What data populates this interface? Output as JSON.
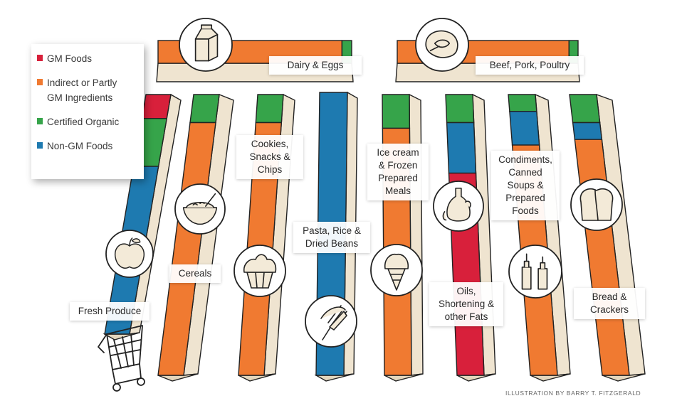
{
  "colors": {
    "gm": "#d8203b",
    "indirect": "#f07a31",
    "organic": "#36a44a",
    "nongm": "#1e7ab0",
    "side": "#efe4d0",
    "outline": "#222222"
  },
  "legend": [
    {
      "key": "gm",
      "label": "GM Foods"
    },
    {
      "key": "indirect",
      "label": "Indirect or Partly\nGM Ingredients"
    },
    {
      "key": "organic",
      "label": "Certified Organic"
    },
    {
      "key": "nongm",
      "label": "Non-GM Foods"
    }
  ],
  "credit": "ILLUSTRATION BY BARRY T. FITZGERALD",
  "chart_data": {
    "type": "bar",
    "title": "",
    "value_unit": "share of category",
    "categories": [
      "Dairy & Eggs",
      "Beef, Pork, Poultry",
      "Fresh Produce",
      "Cereals",
      "Cookies,\nSnacks &\nChips",
      "Pasta, Rice &\nDried Beans",
      "Ice cream\n& Frozen\nPrepared\nMeals",
      "Oils,\nShortening &\nother Fats",
      "Condiments,\nCanned\nSoups &\nPrepared\nFoods",
      "Bread &\nCrackers"
    ],
    "series": [
      {
        "key": "gm",
        "name": "GM Foods",
        "values": [
          0,
          0,
          0.1,
          0,
          0,
          0,
          0,
          0.72,
          0,
          0
        ]
      },
      {
        "key": "indirect",
        "name": "Indirect or Partly GM Ingredients",
        "values": [
          0.95,
          0.95,
          0,
          0.9,
          0.9,
          0,
          0.88,
          0,
          0.82,
          0.84
        ]
      },
      {
        "key": "organic",
        "name": "Certified Organic",
        "values": [
          0.05,
          0.05,
          0.2,
          0.1,
          0.1,
          0,
          0.12,
          0.1,
          0.06,
          0.1
        ]
      },
      {
        "key": "nongm",
        "name": "Non-GM Foods",
        "values": [
          0,
          0,
          0.7,
          0,
          0,
          1.0,
          0,
          0.18,
          0.12,
          0.06
        ]
      }
    ],
    "icons": [
      "milk-carton-icon",
      "steak-icon",
      "apple-icon",
      "cereal-bowl-icon",
      "cupcake-icon",
      "pasta-fork-icon",
      "ice-cream-cone-icon",
      "oil-bottle-icon",
      "condiment-bottles-icon",
      "bread-loaf-icon"
    ],
    "extra_icons": [
      "shopping-cart-icon"
    ]
  }
}
